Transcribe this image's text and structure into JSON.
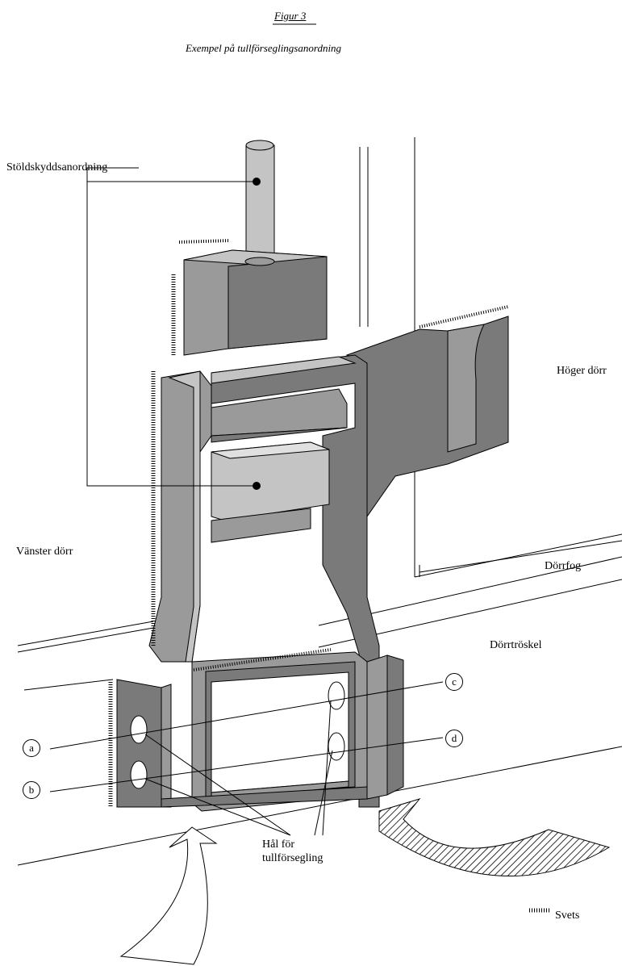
{
  "figure": {
    "number": "Figur 3",
    "title": "Exempel på tullförseglingsanordning"
  },
  "labels": {
    "anti_theft": "Stöldskyddsanordning",
    "right_door": "Höger dörr",
    "left_door": "Vänster dörr",
    "door_joint": "Dörrfog",
    "door_sill": "Dörrtröskel",
    "seal_holes": [
      "Hål för",
      "tullförsegling"
    ],
    "weld_legend": "Svets"
  },
  "hole_markers": [
    "a",
    "b",
    "c",
    "d"
  ],
  "colors": {
    "dark_metal": "#7a7a7a",
    "mid_metal": "#9a9a9a",
    "light_metal": "#c4c4c4",
    "outline": "#000000"
  }
}
